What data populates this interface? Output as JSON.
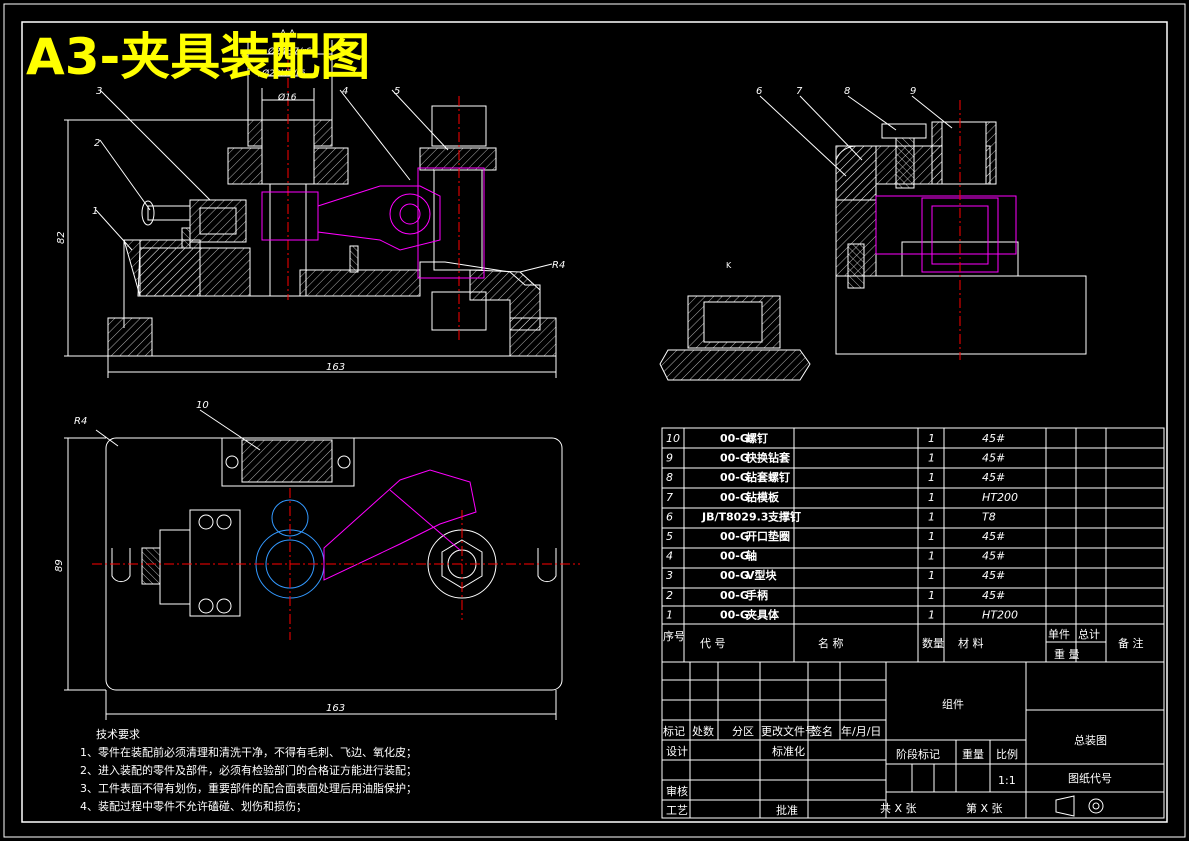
{
  "title": "A3-夹具装配图",
  "section_label": "A-A",
  "dims": {
    "d1": "Ø24H7/r6",
    "d2": "Ø20H7/r6",
    "d3": "Ø16",
    "height": "82",
    "width_top": "163",
    "width_bottom": "163",
    "depth": "89",
    "r_top": "R4",
    "r_plan": "R4",
    "k_label": "K"
  },
  "balloons": [
    "1",
    "2",
    "3",
    "4",
    "5",
    "6",
    "7",
    "8",
    "9",
    "10"
  ],
  "bom": {
    "rows": [
      {
        "no": "10",
        "code": "00-G",
        "name": "螺钉",
        "qty": "1",
        "mat": "45#"
      },
      {
        "no": "9",
        "code": "00-G",
        "name": "快换钻套",
        "qty": "1",
        "mat": "45#"
      },
      {
        "no": "8",
        "code": "00-G",
        "name": "钻套螺钉",
        "qty": "1",
        "mat": "45#"
      },
      {
        "no": "7",
        "code": "00-G",
        "name": "钻模板",
        "qty": "1",
        "mat": "HT200"
      },
      {
        "no": "6",
        "code": "JB/T8029.3",
        "name": "支撑钉",
        "qty": "1",
        "mat": "T8"
      },
      {
        "no": "5",
        "code": "00-G",
        "name": "开口垫圈",
        "qty": "1",
        "mat": "45#"
      },
      {
        "no": "4",
        "code": "00-G",
        "name": "轴",
        "qty": "1",
        "mat": "45#"
      },
      {
        "no": "3",
        "code": "00-G",
        "name": "V型块",
        "qty": "1",
        "mat": "45#"
      },
      {
        "no": "2",
        "code": "00-G",
        "name": "手柄",
        "qty": "1",
        "mat": "45#"
      },
      {
        "no": "1",
        "code": "00-G",
        "name": "夹具体",
        "qty": "1",
        "mat": "HT200"
      }
    ],
    "header": {
      "no": "序号",
      "code": "代 号",
      "name": "名 称",
      "qty": "数量",
      "mat": "材 料",
      "unit": "单件",
      "total": "总计",
      "weight": "重 量",
      "remark": "备 注"
    }
  },
  "title_block": {
    "assembly": "组件",
    "drawing_name": "总装图",
    "drawing_no": "图纸代号",
    "mark": "标记",
    "count": "处数",
    "zone": "分区",
    "change": "更改文件号",
    "sign": "签名",
    "date": "年/月/日",
    "design": "设计",
    "std": "标准化",
    "stage": "阶段标记",
    "weight": "重量",
    "scale": "比例",
    "scale_val": "1:1",
    "check": "审核",
    "process": "工艺",
    "approve": "批准",
    "total_sheets": "共 X 张",
    "sheet": "第 X 张"
  },
  "notes": {
    "heading": "技术要求",
    "items": [
      "1、零件在装配前必须清理和清洗干净，不得有毛刺、飞边、氧化皮；",
      "2、进入装配的零件及部件，必须有检验部门的合格证方能进行装配；",
      "3、工件表面不得有划伤，重要部件的配合面表面处理后用油脂保护；",
      "4、装配过程中零件不允许磕碰、划伤和损伤；"
    ]
  }
}
